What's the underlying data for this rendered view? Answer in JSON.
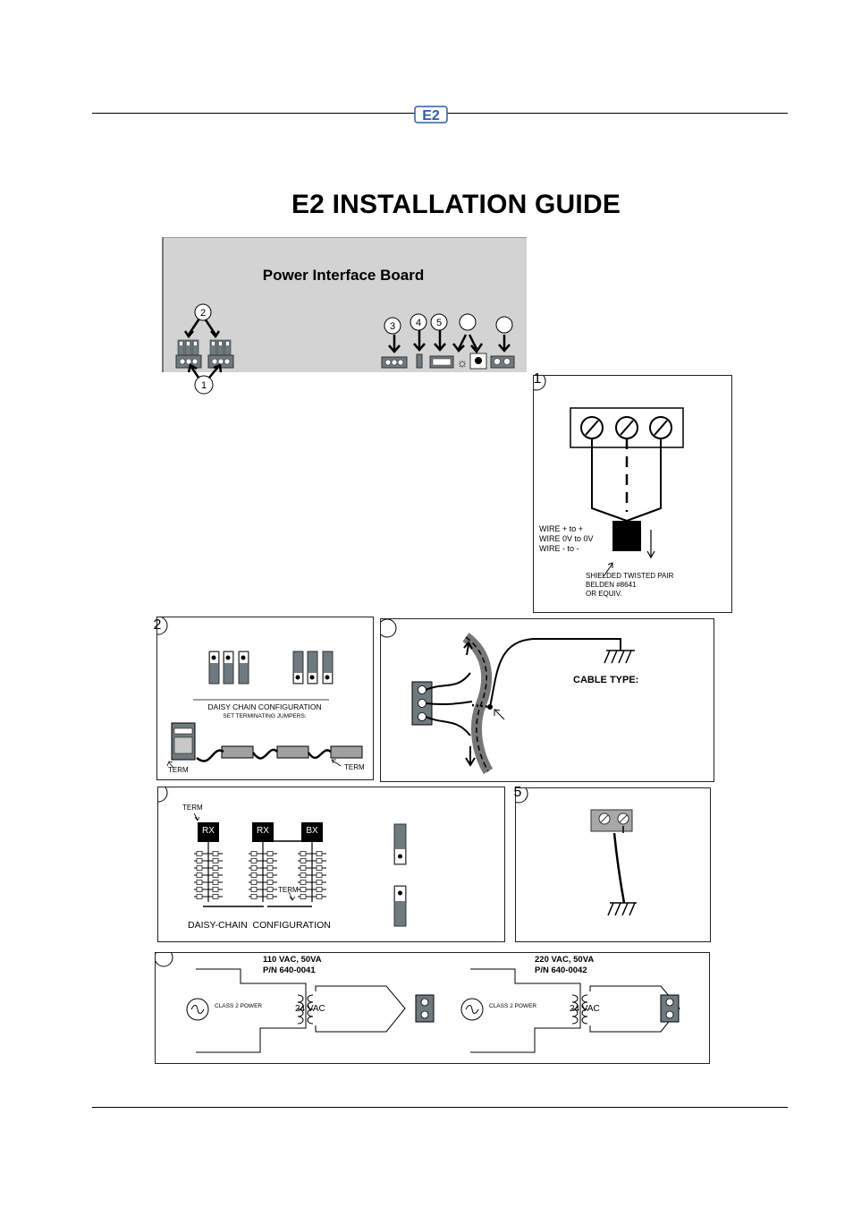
{
  "document_title": "E2 INSTALLATION GUIDE",
  "logo_text": "E2",
  "board": {
    "title": "Power Interface Board",
    "callouts": [
      "1",
      "2",
      "3",
      "4",
      "5"
    ]
  },
  "panel1": {
    "number": "1",
    "wiring_lines": [
      "WIRE + to +",
      "WIRE 0V to 0V",
      "WIRE - to -"
    ],
    "cable_lines": [
      "SHIELDED TWISTED PAIR",
      "BELDEN #8641",
      "OR EQUIV."
    ]
  },
  "panel2": {
    "number": "2",
    "heading": "DAISY CHAIN CONFIGURATION",
    "subheading": "SET TERMINATING JUMPERS:",
    "term_left": "TERM",
    "term_right": "TERM"
  },
  "panel3": {
    "cable_type_label": "CABLE TYPE:"
  },
  "panel4": {
    "term_top": "TERM",
    "term_mid": "TERM",
    "boxes": [
      "RX",
      "RX",
      "BX"
    ],
    "caption": "DAISY-CHAIN  CONFIGURATION"
  },
  "panel5": {
    "number": "5"
  },
  "panel6": {
    "left": {
      "rating": "110 VAC, 50VA",
      "part": "P/N 640-0041",
      "power": "CLASS 2 POWER",
      "output": "24 VAC"
    },
    "right": {
      "rating": "220 VAC, 50VA",
      "part": "P/N 640-0042",
      "power": "CLASS 2 POWER",
      "output": "24 VAC"
    }
  },
  "colors": {
    "board_gray": "#d3d3d3",
    "terminal_gray": "#6f7a80",
    "logo_blue": "#2a5fa5"
  }
}
